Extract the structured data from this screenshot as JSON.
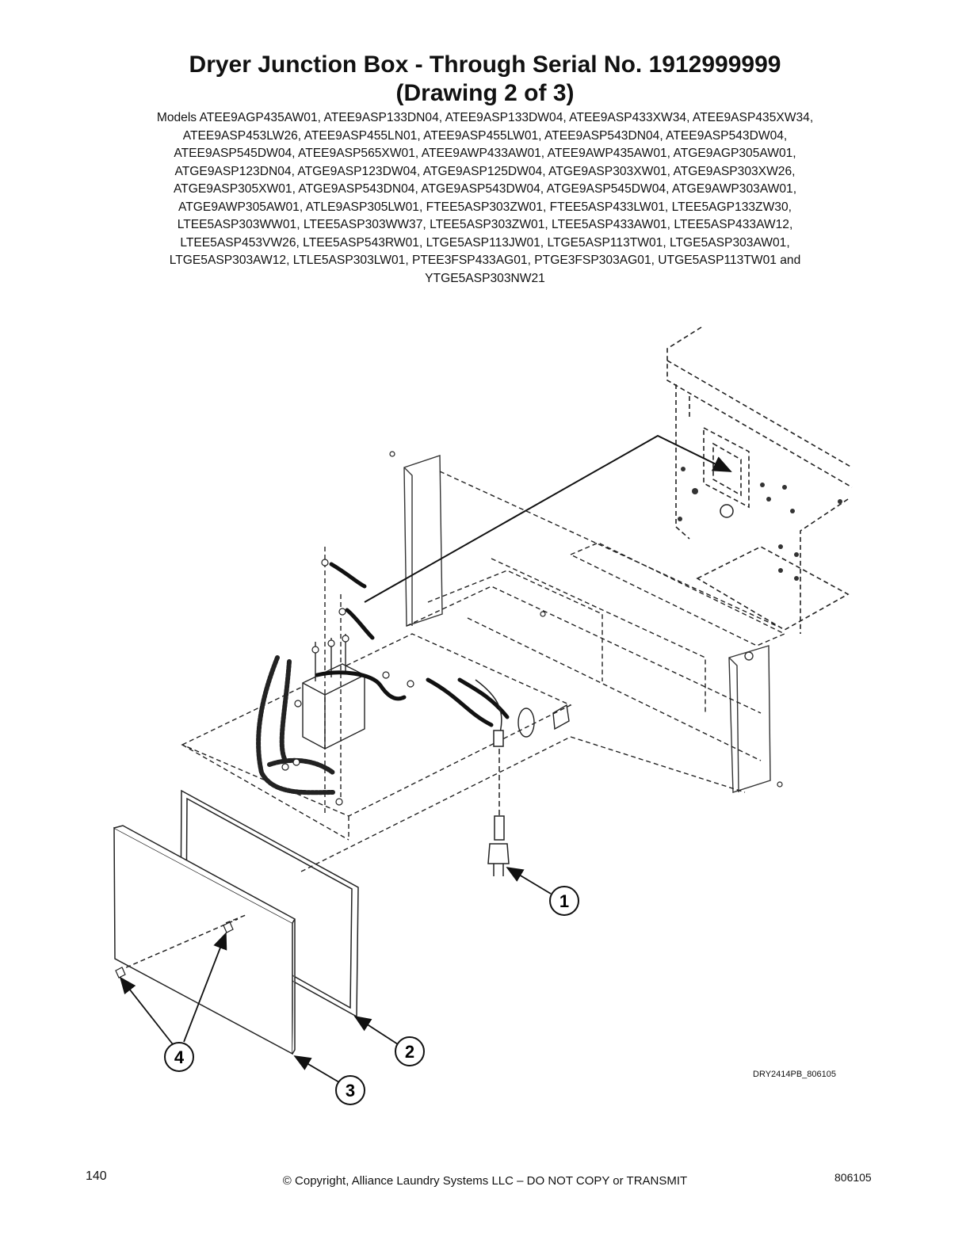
{
  "header": {
    "title_line1": "Dryer Junction Box - Through Serial No. 1912999999",
    "title_line2": "(Drawing 2 of 3)",
    "models_lines": [
      "Models ATEE9AGP435AW01, ATEE9ASP133DN04, ATEE9ASP133DW04, ATEE9ASP433XW34, ATEE9ASP435XW34,",
      "ATEE9ASP453LW26, ATEE9ASP455LN01, ATEE9ASP455LW01, ATEE9ASP543DN04, ATEE9ASP543DW04,",
      "ATEE9ASP545DW04, ATEE9ASP565XW01, ATEE9AWP433AW01, ATEE9AWP435AW01, ATGE9AGP305AW01,",
      "ATGE9ASP123DN04, ATGE9ASP123DW04, ATGE9ASP125DW04, ATGE9ASP303XW01, ATGE9ASP303XW26,",
      "ATGE9ASP305XW01, ATGE9ASP543DN04, ATGE9ASP543DW04, ATGE9ASP545DW04, ATGE9AWP303AW01,",
      "ATGE9AWP305AW01, ATLE9ASP305LW01, FTEE5ASP303ZW01, FTEE5ASP433LW01, LTEE5AGP133ZW30,",
      "LTEE5ASP303WW01, LTEE5ASP303WW37, LTEE5ASP303ZW01, LTEE5ASP433AW01, LTEE5ASP433AW12,",
      "LTEE5ASP453VW26, LTEE5ASP543RW01, LTGE5ASP113JW01, LTGE5ASP113TW01, LTGE5ASP303AW01,",
      "LTGE5ASP303AW12, LTLE5ASP303LW01, PTEE3FSP433AG01, PTGE3FSP303AG01, UTGE5ASP113TW01 and",
      "YTGE5ASP303NW21"
    ]
  },
  "diagram": {
    "callouts": [
      "1",
      "2",
      "3",
      "4"
    ],
    "drawing_code": "DRY2414PB_806105"
  },
  "footer": {
    "page_number": "140",
    "copyright": "© Copyright, Alliance Laundry Systems LLC – DO NOT COPY or TRANSMIT",
    "doc_number": "806105"
  }
}
